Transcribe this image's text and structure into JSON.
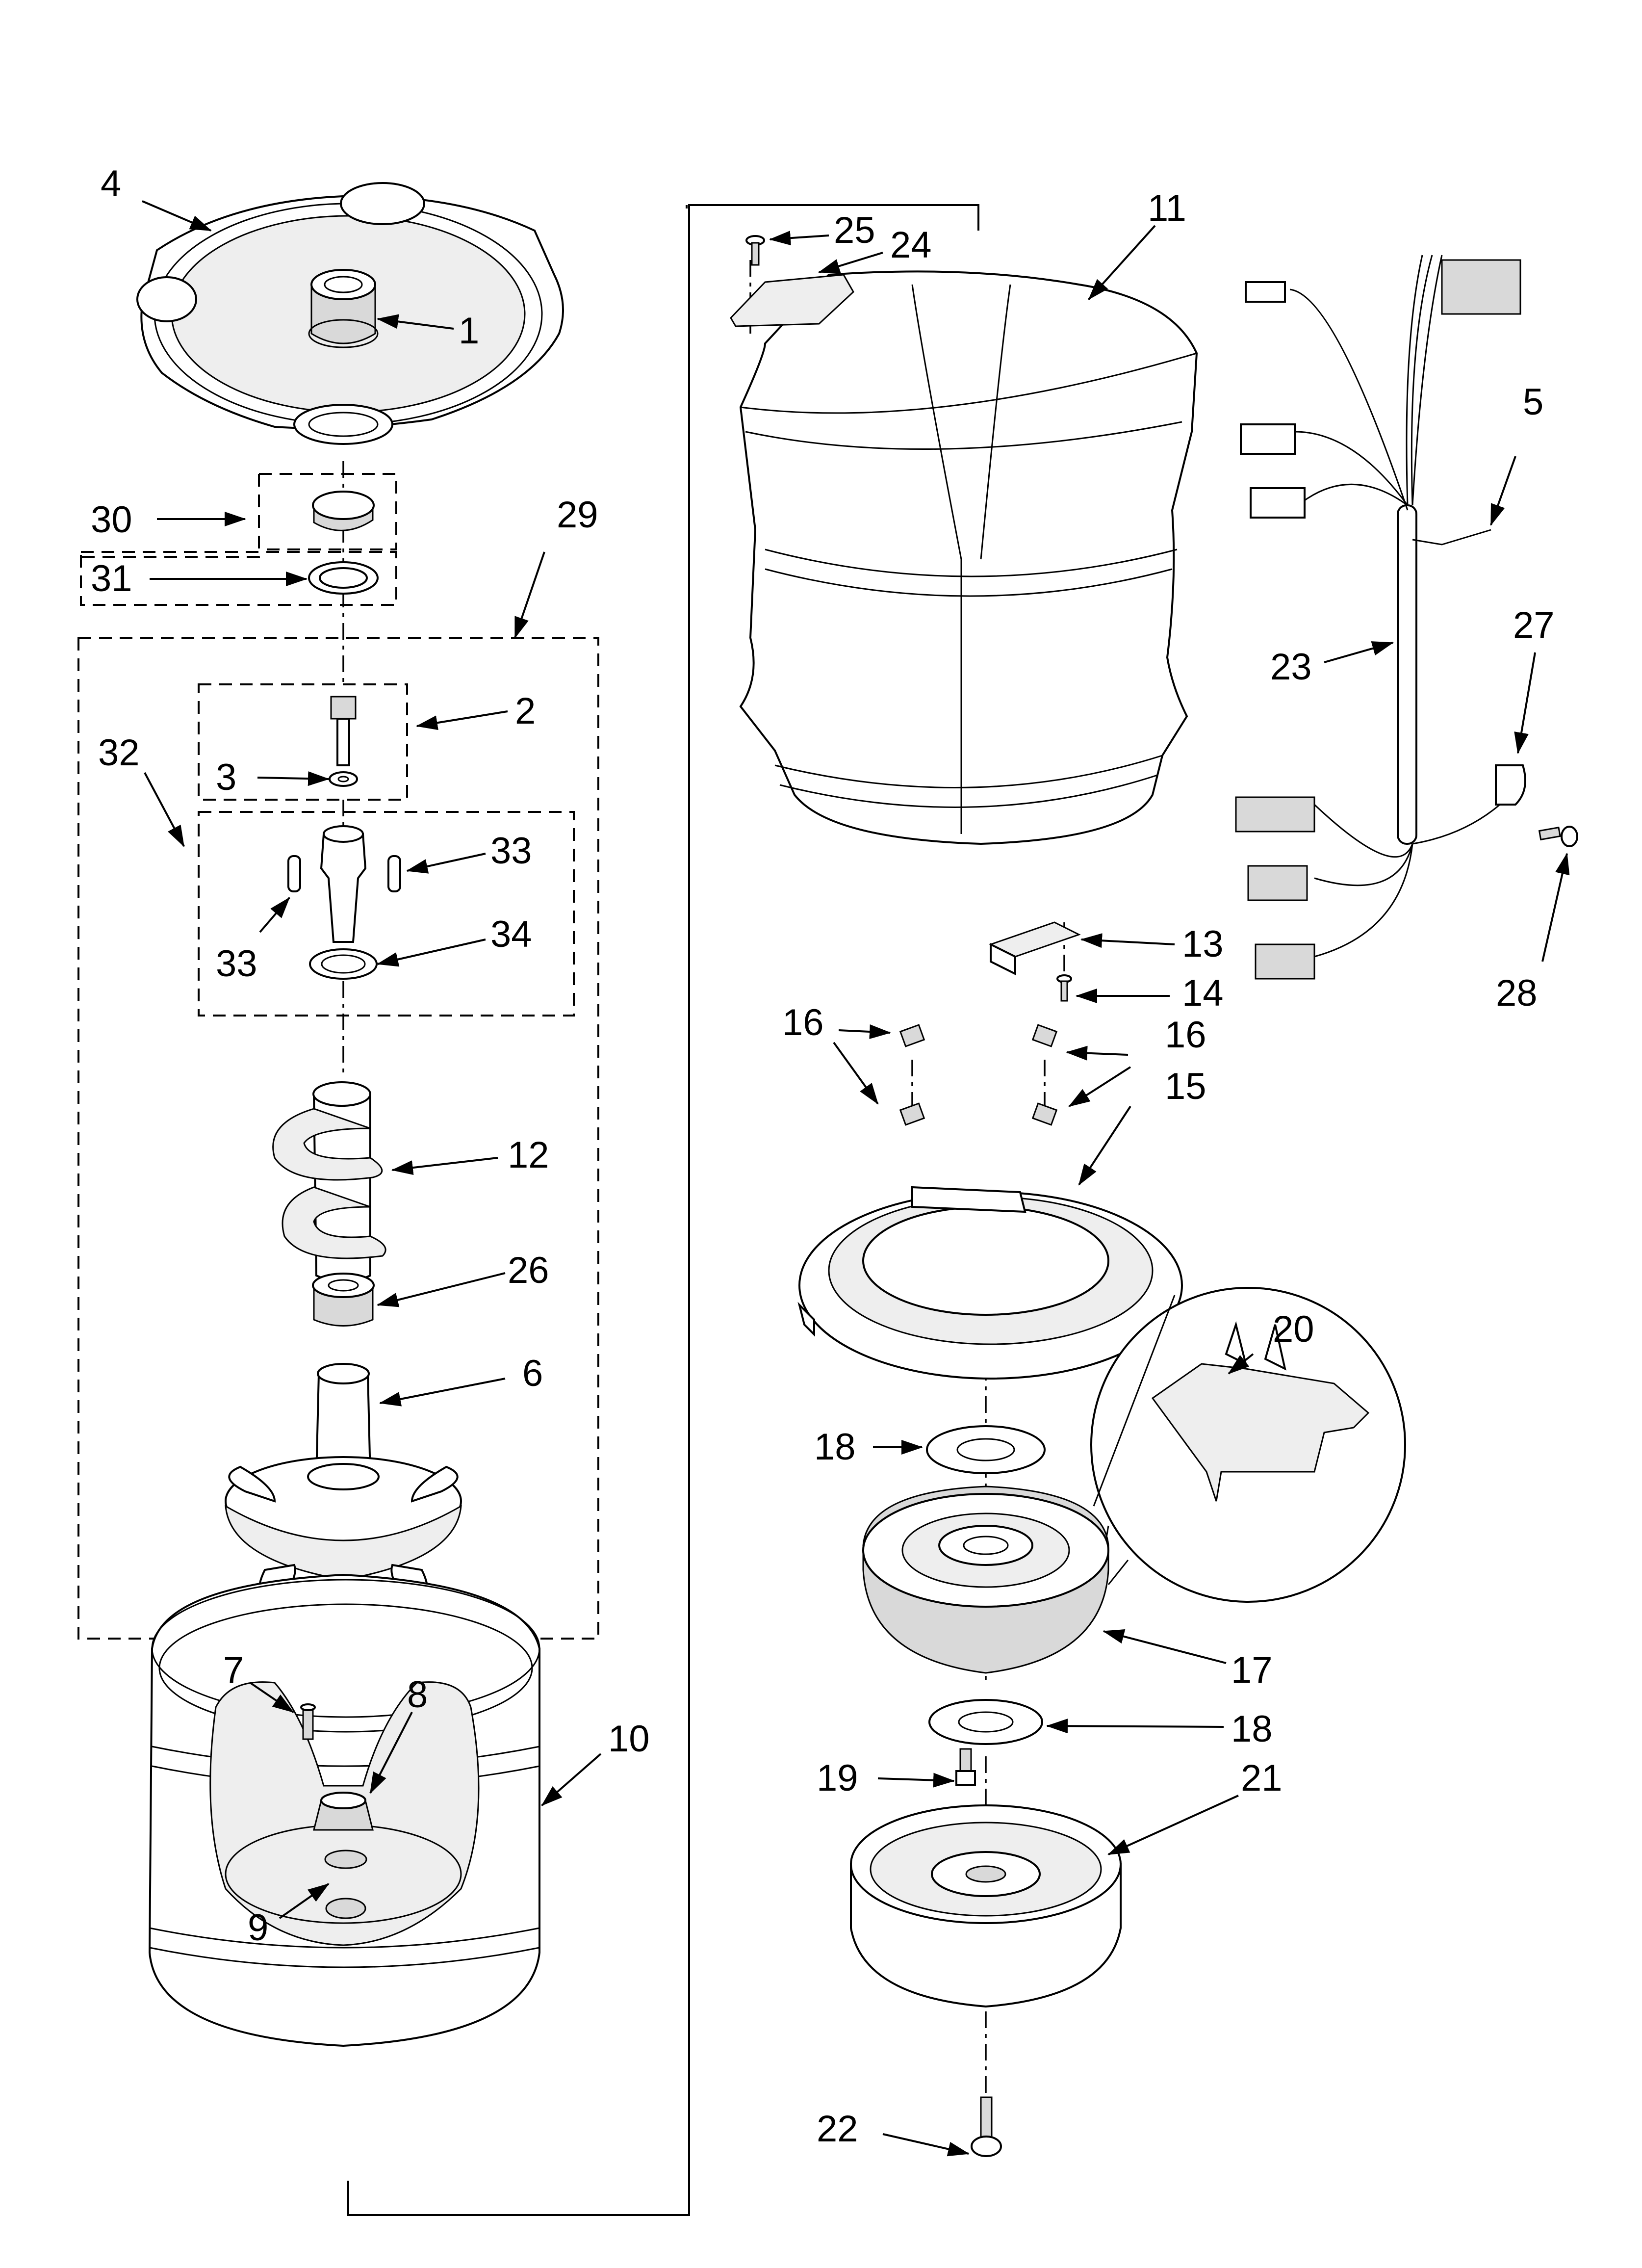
{
  "callouts": [
    {
      "id": "1",
      "text": "1"
    },
    {
      "id": "2",
      "text": "2"
    },
    {
      "id": "3",
      "text": "3"
    },
    {
      "id": "4",
      "text": "4"
    },
    {
      "id": "5",
      "text": "5"
    },
    {
      "id": "6",
      "text": "6"
    },
    {
      "id": "7",
      "text": "7"
    },
    {
      "id": "8",
      "text": "8"
    },
    {
      "id": "9",
      "text": "9"
    },
    {
      "id": "10",
      "text": "10"
    },
    {
      "id": "11",
      "text": "11"
    },
    {
      "id": "12",
      "text": "12"
    },
    {
      "id": "13",
      "text": "13"
    },
    {
      "id": "14",
      "text": "14"
    },
    {
      "id": "15",
      "text": "15"
    },
    {
      "id": "16a",
      "text": "16"
    },
    {
      "id": "16b",
      "text": "16"
    },
    {
      "id": "17",
      "text": "17"
    },
    {
      "id": "18a",
      "text": "18"
    },
    {
      "id": "18b",
      "text": "18"
    },
    {
      "id": "19",
      "text": "19"
    },
    {
      "id": "20",
      "text": "20"
    },
    {
      "id": "21",
      "text": "21"
    },
    {
      "id": "22",
      "text": "22"
    },
    {
      "id": "23",
      "text": "23"
    },
    {
      "id": "24",
      "text": "24"
    },
    {
      "id": "25",
      "text": "25"
    },
    {
      "id": "26",
      "text": "26"
    },
    {
      "id": "27",
      "text": "27"
    },
    {
      "id": "28",
      "text": "28"
    },
    {
      "id": "29",
      "text": "29"
    },
    {
      "id": "30",
      "text": "30"
    },
    {
      "id": "31",
      "text": "31"
    },
    {
      "id": "32",
      "text": "32"
    },
    {
      "id": "33a",
      "text": "33"
    },
    {
      "id": "33b",
      "text": "33"
    },
    {
      "id": "34",
      "text": "34"
    }
  ]
}
